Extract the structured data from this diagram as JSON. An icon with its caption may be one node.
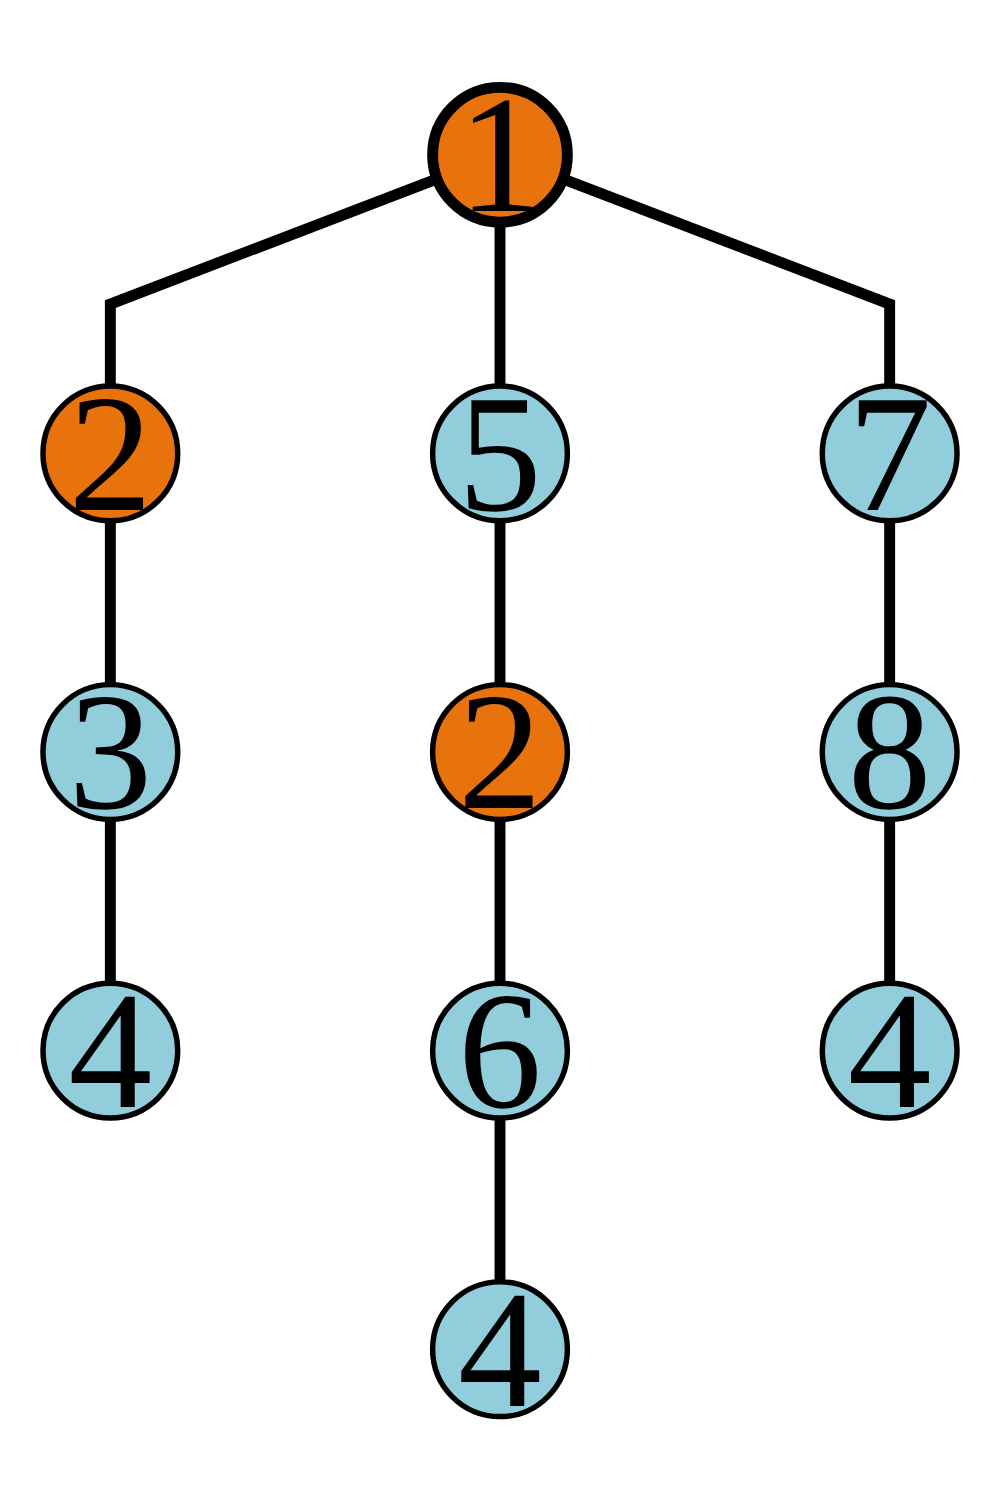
{
  "diagram": {
    "nodes": [
      {
        "text": [
          "1"
        ]
      },
      {
        "text": [
          "2"
        ]
      },
      {
        "text": [
          "5"
        ]
      },
      {
        "text": [
          "7"
        ]
      },
      {
        "text": [
          "3"
        ]
      },
      {
        "text": [
          "2"
        ]
      },
      {
        "text": [
          "8"
        ]
      },
      {
        "text": [
          "4"
        ]
      },
      {
        "text": [
          "6"
        ]
      },
      {
        "text": [
          "4"
        ]
      },
      {
        "text": [
          "4"
        ]
      }
    ],
    "edges": [
      {
        "from": 0,
        "to": 1,
        "arrow": "none"
      },
      {
        "from": 0,
        "to": 2,
        "arrow": "none"
      },
      {
        "from": 0,
        "to": 3,
        "arrow": "none"
      },
      {
        "from": 1,
        "to": 4,
        "arrow": "none"
      },
      {
        "from": 2,
        "to": 5,
        "arrow": "none"
      },
      {
        "from": 3,
        "to": 6,
        "arrow": "none"
      },
      {
        "from": 4,
        "to": 7,
        "arrow": "none"
      },
      {
        "from": 5,
        "to": 8,
        "arrow": "none"
      },
      {
        "from": 6,
        "to": 9,
        "arrow": "none"
      },
      {
        "from": 8,
        "to": 10,
        "arrow": "none"
      }
    ]
  }
}
